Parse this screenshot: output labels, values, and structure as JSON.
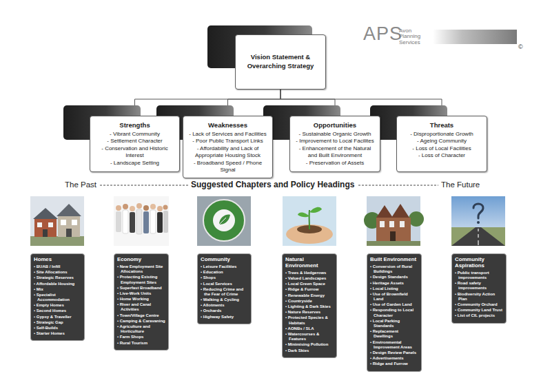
{
  "diagram": {
    "nodes": [
      {
        "text": [
          "Vision Statement & Overarching Strategy"
        ]
      },
      {
        "text": [
          "Strengths",
          "- Vibrant Community",
          "- Settlement Character",
          "- Conservation and Historic Interest",
          "- Landscape Setting"
        ]
      },
      {
        "text": [
          "Weaknesses",
          "- Lack of Services and Facilities",
          "- Poor Public Transport Links",
          "- Affordability and Lack of Appropriate Housing Stock",
          "- Broadband Speed / Phone Signal"
        ]
      },
      {
        "text": [
          "Opportunities",
          "- Sustainable Organic Growth",
          "- Improvement to Local Facilites",
          "- Enhancement of the Natural and Built Environment",
          "- Preservation of Assets"
        ]
      },
      {
        "text": [
          "Threats",
          "- Disproportionate Growth",
          "- Ageing Community",
          "- Loss of Local Facilities",
          "- Loss of Character"
        ]
      },
      {
        "text": [
          "Homes",
          "• BUAB / Infill",
          "• Site Allocations",
          "• Strategic Reserves",
          "• Affordable Housing",
          "• Mix",
          "• Specialist Accommodation",
          "• Empty Homes",
          "• Second Homes",
          "• Gypsy & Traveller",
          "• Strategic Gap",
          "• Self-Builds",
          "• Starter Homes"
        ]
      },
      {
        "text": [
          "Economy",
          "• New Employment Site Allocations",
          "• Protecting Existing Employment Sites",
          "• Superfast Broadband",
          "• Live-Work Units",
          "• Home Working",
          "• River and Canal Activities",
          "• Town/Village Centre",
          "• Camping & Caravaning",
          "• Agriculture and Horticulture",
          "• Farm Shops",
          "• Rural Tourism"
        ]
      },
      {
        "text": [
          "Community",
          "• Leisure Facilities",
          "• Education",
          "• Shops",
          "• Local Services",
          "• Reducing Crime and the Fear of Crime",
          "• Walking & Cycling",
          "• Allotments",
          "• Orchards",
          "• Highway Safety"
        ]
      },
      {
        "text": [
          "Natural Environment",
          "• Trees & Hedgerows",
          "• Valued Landscapes",
          "• Local Green Space",
          "• Ridge & Furrow",
          "• Renewable Energy",
          "• Countryside",
          "• Lighting & Dark Skies",
          "• Nature Reserves",
          "• Protected Species & Habitats",
          "• AONBs / SLA",
          "• Watercourses & Features",
          "• Minimising Pollution",
          "• Dark Skies"
        ]
      },
      {
        "text": [
          "Built Environment",
          "• Conversion of Rural Buildings",
          "• Design Standards",
          "• Heritage Assets",
          "• Local Listing",
          "• Use of Brownfield Land",
          "• Use of Garden Land",
          "• Responding to Local Character",
          "• Local Parking Standards",
          "• Replacement Dwellings",
          "• Environmental Improvement Areas",
          "• Design Review Panels",
          "• Advertisements",
          "• Ridge and Furrow"
        ]
      },
      {
        "text": [
          "Community Aspirations",
          "• Public transport improvements",
          "• Road safety improvements",
          "• Biodiversity Action Plan",
          "• Community Orchard",
          "• Community Land Trust",
          "• List of CIL projects"
        ]
      }
    ],
    "edges": [
      {
        "from": 0,
        "to": 1,
        "arrow": "none"
      },
      {
        "from": 0,
        "to": 2,
        "arrow": "none"
      },
      {
        "from": 0,
        "to": 3,
        "arrow": "none"
      },
      {
        "from": 0,
        "to": 4,
        "arrow": "none"
      }
    ],
    "labels": [
      "APS",
      "Avon Planning Services",
      "©",
      "The Past",
      "Suggested Chapters and Policy Headings",
      "The Future"
    ]
  }
}
